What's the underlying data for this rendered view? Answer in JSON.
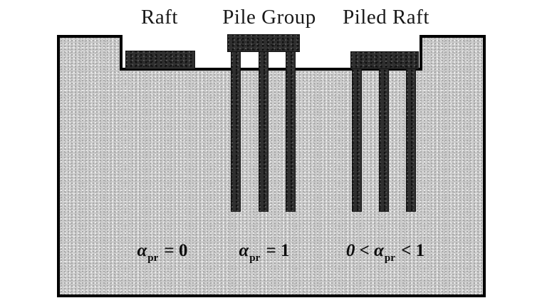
{
  "colors": {
    "background": "#ffffff",
    "soil_base": "#cacaca",
    "structure_dark": "#2f2f2f",
    "outline_black": "#000000",
    "text": "#191919"
  },
  "foundations": [
    {
      "name": "Raft",
      "coefficient": {
        "pre": "α",
        "sub": "pr",
        "post": " = 0"
      },
      "coefficient_text": "αpr = 0"
    },
    {
      "name": "Pile Group",
      "coefficient": {
        "pre": "α",
        "sub": "pr",
        "post": " = 1"
      },
      "coefficient_text": "αpr = 1"
    },
    {
      "name": "Piled Raft",
      "coefficient": {
        "pre": "0 < α",
        "sub": "pr",
        "post": " < 1"
      },
      "coefficient_text": "0 < αpr < 1"
    }
  ]
}
